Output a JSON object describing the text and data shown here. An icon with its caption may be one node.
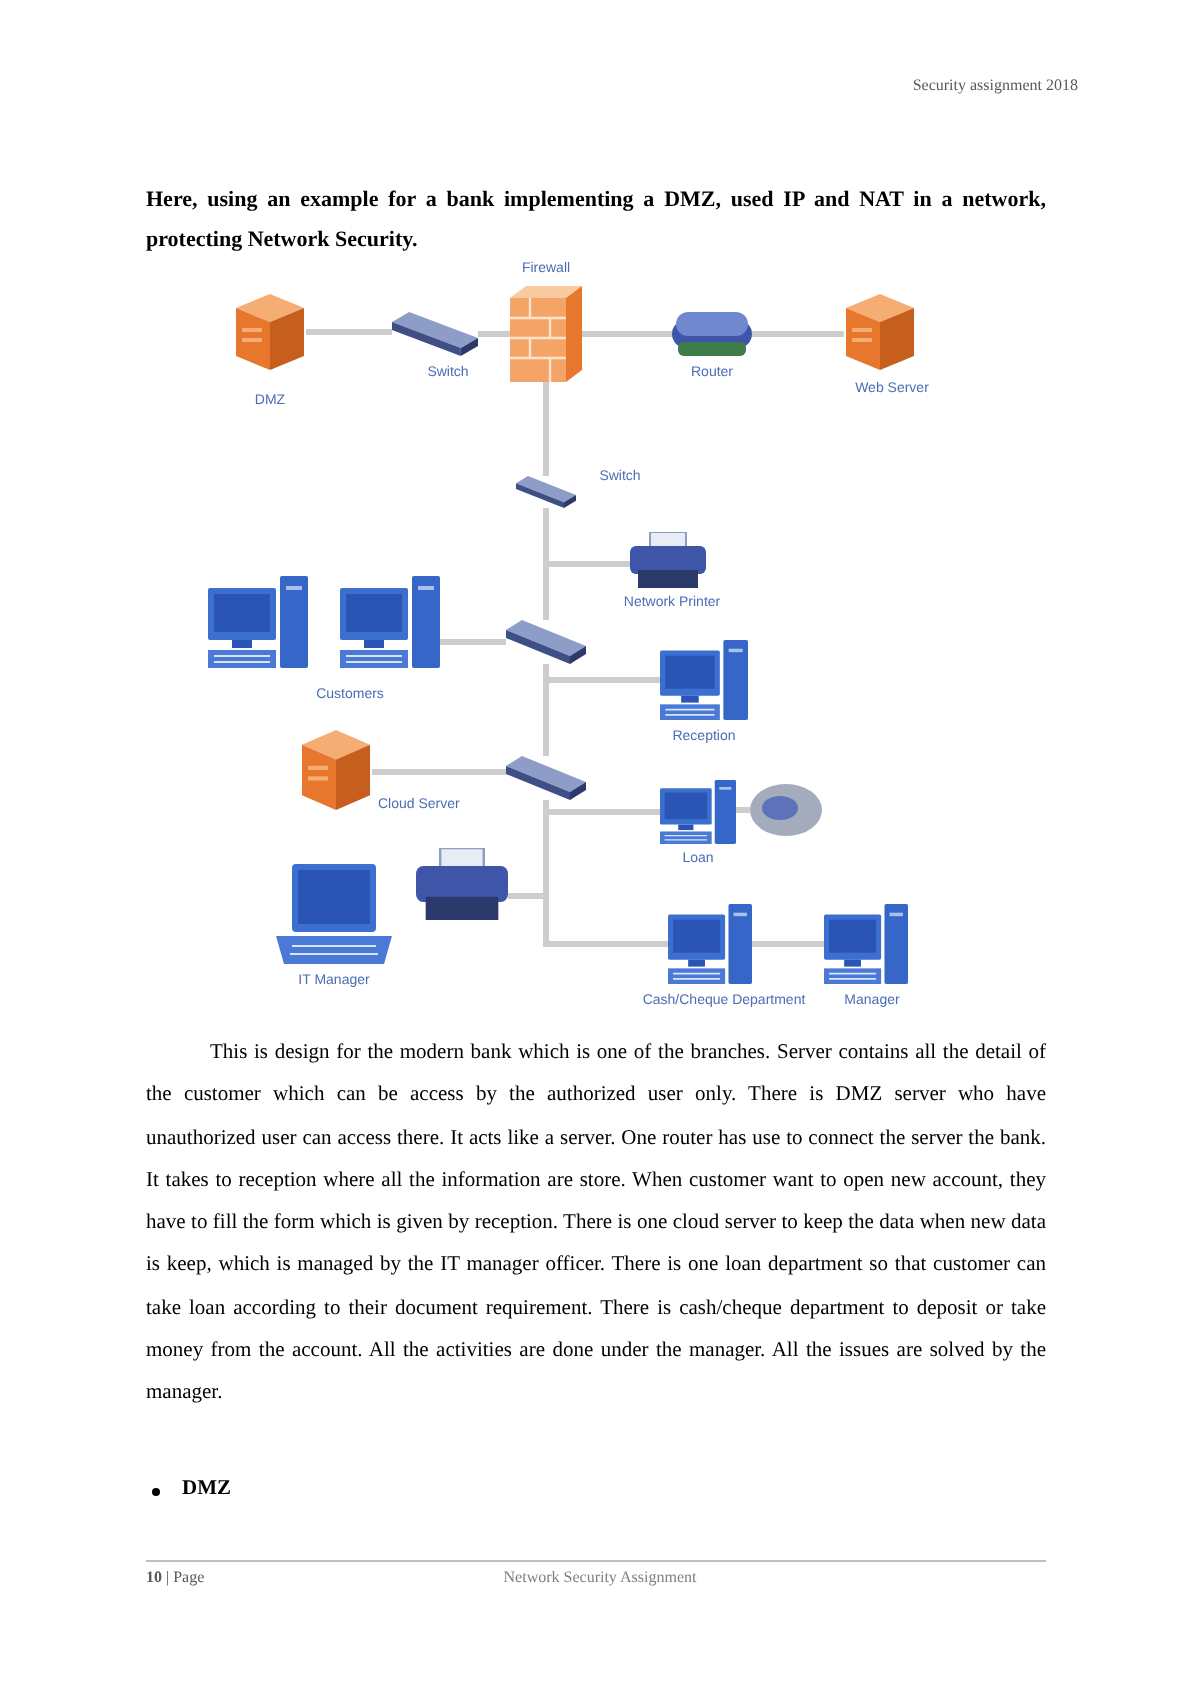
{
  "diagram": {
    "title": "Here, using an example for a bank implementing a DMZ, used IP and NAT in a network, protecting Network Security.",
    "nodes": [
      {
        "text": [],
        "shape": "server",
        "beside": [
          "DMZ"
        ]
      },
      {
        "text": [],
        "shape": "switch",
        "beside": [
          "Switch"
        ]
      },
      {
        "text": [],
        "shape": "firewall",
        "beside": [
          "Firewall"
        ]
      },
      {
        "text": [],
        "shape": "router",
        "beside": [
          "Router"
        ]
      },
      {
        "text": [],
        "shape": "server",
        "beside": [
          "Web Server"
        ]
      },
      {
        "text": [],
        "shape": "switch",
        "beside": [
          "Switch"
        ]
      },
      {
        "text": [],
        "shape": "printer",
        "beside": [
          "Network Printer"
        ]
      },
      {
        "text": [],
        "shape": "computer"
      },
      {
        "text": [],
        "shape": "computer"
      },
      {
        "text": [],
        "shape": "switch"
      },
      {
        "text": [],
        "shape": "computer",
        "beside": [
          "Reception"
        ]
      },
      {
        "text": [],
        "shape": "server",
        "beside": [
          "Cloud Server"
        ]
      },
      {
        "text": [],
        "shape": "switch"
      },
      {
        "text": [],
        "shape": "computer",
        "beside": [
          "Loan"
        ]
      },
      {
        "text": [],
        "shape": "scanner"
      },
      {
        "text": [],
        "shape": "printer"
      },
      {
        "text": [],
        "shape": "laptop",
        "beside": [
          "IT Manager"
        ]
      },
      {
        "text": [],
        "shape": "computer",
        "beside": [
          "Cash/Cheque Department"
        ]
      },
      {
        "text": [],
        "shape": "computer",
        "beside": [
          "Manager"
        ]
      }
    ],
    "edges": [
      {
        "from": 0,
        "to": 1,
        "arrow": "none"
      },
      {
        "from": 1,
        "to": 2,
        "arrow": "none"
      },
      {
        "from": 2,
        "to": 3,
        "arrow": "none"
      },
      {
        "from": 3,
        "to": 4,
        "arrow": "none"
      },
      {
        "from": 2,
        "to": 5,
        "arrow": "none"
      },
      {
        "from": 5,
        "to": 6,
        "arrow": "none"
      },
      {
        "from": 5,
        "to": 9,
        "arrow": "none"
      },
      {
        "from": 8,
        "to": 9,
        "arrow": "none"
      },
      {
        "from": 9,
        "to": 10,
        "arrow": "none"
      },
      {
        "from": 9,
        "to": 12,
        "arrow": "none"
      },
      {
        "from": 11,
        "to": 12,
        "arrow": "none"
      },
      {
        "from": 12,
        "to": 13,
        "arrow": "none"
      },
      {
        "from": 13,
        "to": 14,
        "arrow": "none"
      },
      {
        "from": 15,
        "to": 12,
        "arrow": "none"
      },
      {
        "from": 12,
        "to": 17,
        "arrow": "none"
      },
      {
        "from": 17,
        "to": 18,
        "arrow": "none"
      }
    ],
    "labels": [
      "Security assignment 2018",
      "Customers",
      "This is design for the modern bank which is one of the branches. Server contains all the detail of the customer which can be access by the authorized user only. There is DMZ server who have unauthorized user can access there. It acts like a server. One router has use to connect the server the bank. It takes to reception where all the information are store. When customer want to open new account, they have to fill the form which is given by reception. There is one cloud server to keep the data when new data is keep, which is managed by the IT manager officer. There is one loan department so that customer can take loan according to their document requirement. There is cash/cheque department to deposit or take money from the account. All the activities are done under the manager. All the issues are solved by the manager.",
      "DMZ",
      "**10** | Page",
      "Network Security Assignment"
    ]
  }
}
